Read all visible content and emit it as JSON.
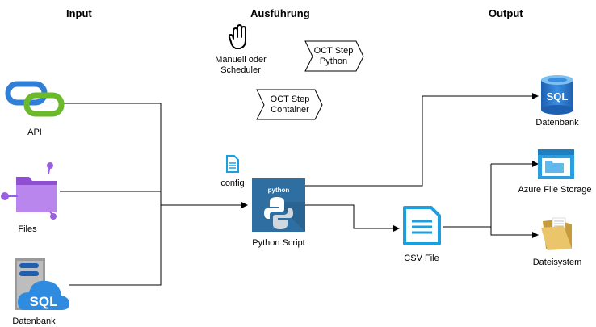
{
  "headers": {
    "input": "Input",
    "execution": "Ausführung",
    "output": "Output"
  },
  "inputs": [
    {
      "label": "API",
      "icon": "api-link-icon"
    },
    {
      "label": "Files",
      "icon": "folder-icon"
    },
    {
      "label": "Datenbank",
      "icon": "sql-database-icon"
    }
  ],
  "execution": {
    "trigger_line1": "Manuell oder",
    "trigger_line2": "Scheduler",
    "oct_python_line1": "OCT Step",
    "oct_python_line2": "Python",
    "oct_container_line1": "OCT Step",
    "oct_container_line2": "Container",
    "config": "config",
    "script": "Python Script",
    "script_logo_text": "python"
  },
  "csv": {
    "label": "CSV File"
  },
  "outputs": [
    {
      "label": "Datenbank",
      "icon": "sql-database-icon"
    },
    {
      "label": "Azure File Storage",
      "icon": "azure-file-storage-icon"
    },
    {
      "label": "Dateisystem",
      "icon": "folder-icon"
    }
  ],
  "colors": {
    "api_blue": "#2f7fd6",
    "api_green": "#6aba2c",
    "folder_purple": "#b06fe0",
    "sql_blue": "#1f6fc6",
    "python_box": "#2e6ea1",
    "csv_blue": "#1aa0e0",
    "azure_blue": "#2c9ee0",
    "folder_yellow": "#e9c46a"
  }
}
